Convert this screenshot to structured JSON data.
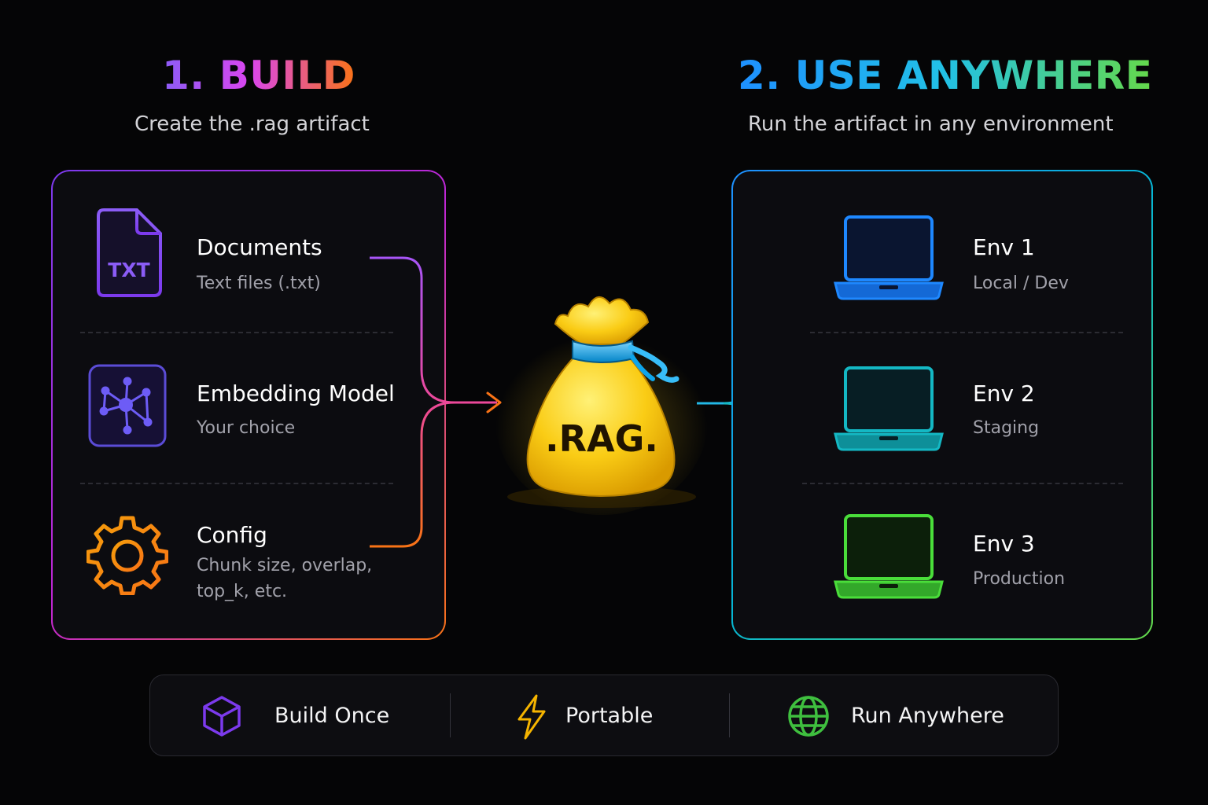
{
  "build": {
    "heading": "1. BUILD",
    "subtitle": "Create the .rag artifact",
    "items": [
      {
        "title": "Documents",
        "desc": "Text files (.txt)",
        "icon": "txt-file-icon",
        "icon_text": "TXT",
        "color": "#8b5cf6"
      },
      {
        "title": "Embedding Model",
        "desc": "Your choice",
        "icon": "network-nodes-icon",
        "color": "#6d5cf6"
      },
      {
        "title": "Config",
        "desc_lines": [
          "Chunk size, overlap,",
          "top_k, etc."
        ],
        "icon": "gear-icon",
        "color": "#f59e0b"
      }
    ]
  },
  "center": {
    "label": ".RAG.",
    "icon": "money-bag-icon",
    "bag_color": "#facc15",
    "tie_color": "#38bdf8"
  },
  "use": {
    "heading": "2. USE ANYWHERE",
    "subtitle": "Run the artifact in any environment",
    "items": [
      {
        "title": "Env 1",
        "desc": "Local / Dev",
        "icon": "laptop-icon",
        "color": "#1e88ff"
      },
      {
        "title": "Env 2",
        "desc": "Staging",
        "icon": "laptop-icon",
        "color": "#14b8c4"
      },
      {
        "title": "Env 3",
        "desc": "Production",
        "icon": "laptop-icon",
        "color": "#4ade3a"
      }
    ]
  },
  "footer": {
    "items": [
      {
        "label": "Build Once",
        "icon": "cube-icon",
        "color": "#7c3aed"
      },
      {
        "label": "Portable",
        "icon": "lightning-icon",
        "color": "#f5b400"
      },
      {
        "label": "Run Anywhere",
        "icon": "globe-icon",
        "color": "#3fbf3f"
      }
    ]
  }
}
